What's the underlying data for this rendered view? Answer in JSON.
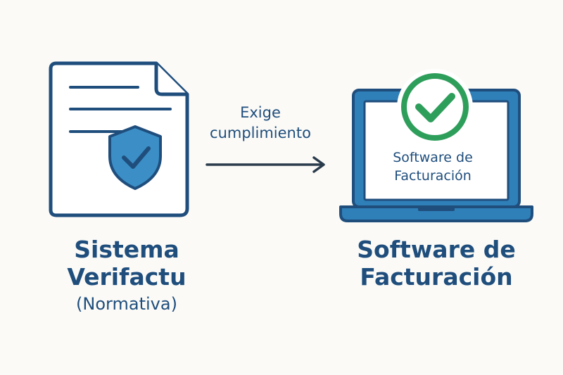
{
  "left": {
    "title_line1": "Sistema",
    "title_line2": "Verifactu",
    "subtitle": "(Normativa)",
    "icon": "document-with-shield-check"
  },
  "arrow": {
    "line1": "Exige",
    "line2": "cumplimiento"
  },
  "right": {
    "title_line1": "Software de",
    "title_line2": "Facturación",
    "screen_line1": "Software de",
    "screen_line2": "Facturación",
    "icon": "laptop-with-green-check"
  },
  "colors": {
    "navy": "#1f4e7d",
    "blue": "#2f7fb8",
    "green": "#2e9e5b",
    "background": "#fbfaf6"
  }
}
